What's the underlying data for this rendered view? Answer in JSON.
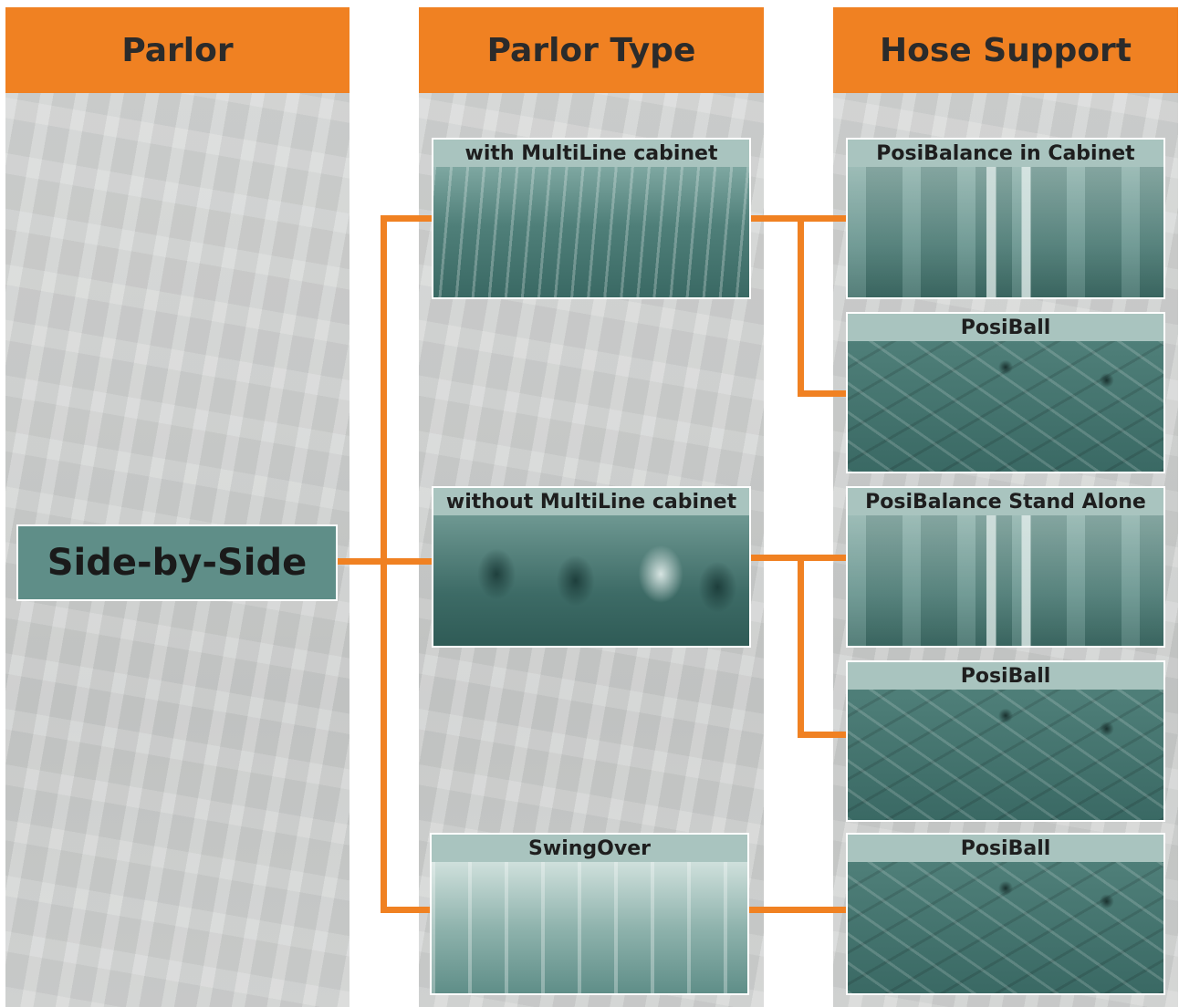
{
  "colors": {
    "accent": "#f08122",
    "card": "#5f8e88",
    "label": "#a9c4bf",
    "column_bg": "#cfd1d0"
  },
  "columns": [
    {
      "header": "Parlor"
    },
    {
      "header": "Parlor Type"
    },
    {
      "header": "Hose Support"
    }
  ],
  "parlor": {
    "label": "Side-by-Side"
  },
  "parlor_types": [
    {
      "label": "with MultiLine cabinet"
    },
    {
      "label": "without MultiLine cabinet"
    },
    {
      "label": "SwingOver"
    }
  ],
  "hose_supports": [
    {
      "label": "PosiBalance in Cabinet"
    },
    {
      "label": "PosiBall"
    },
    {
      "label": "PosiBalance Stand Alone"
    },
    {
      "label": "PosiBall"
    },
    {
      "label": "PosiBall"
    }
  ]
}
